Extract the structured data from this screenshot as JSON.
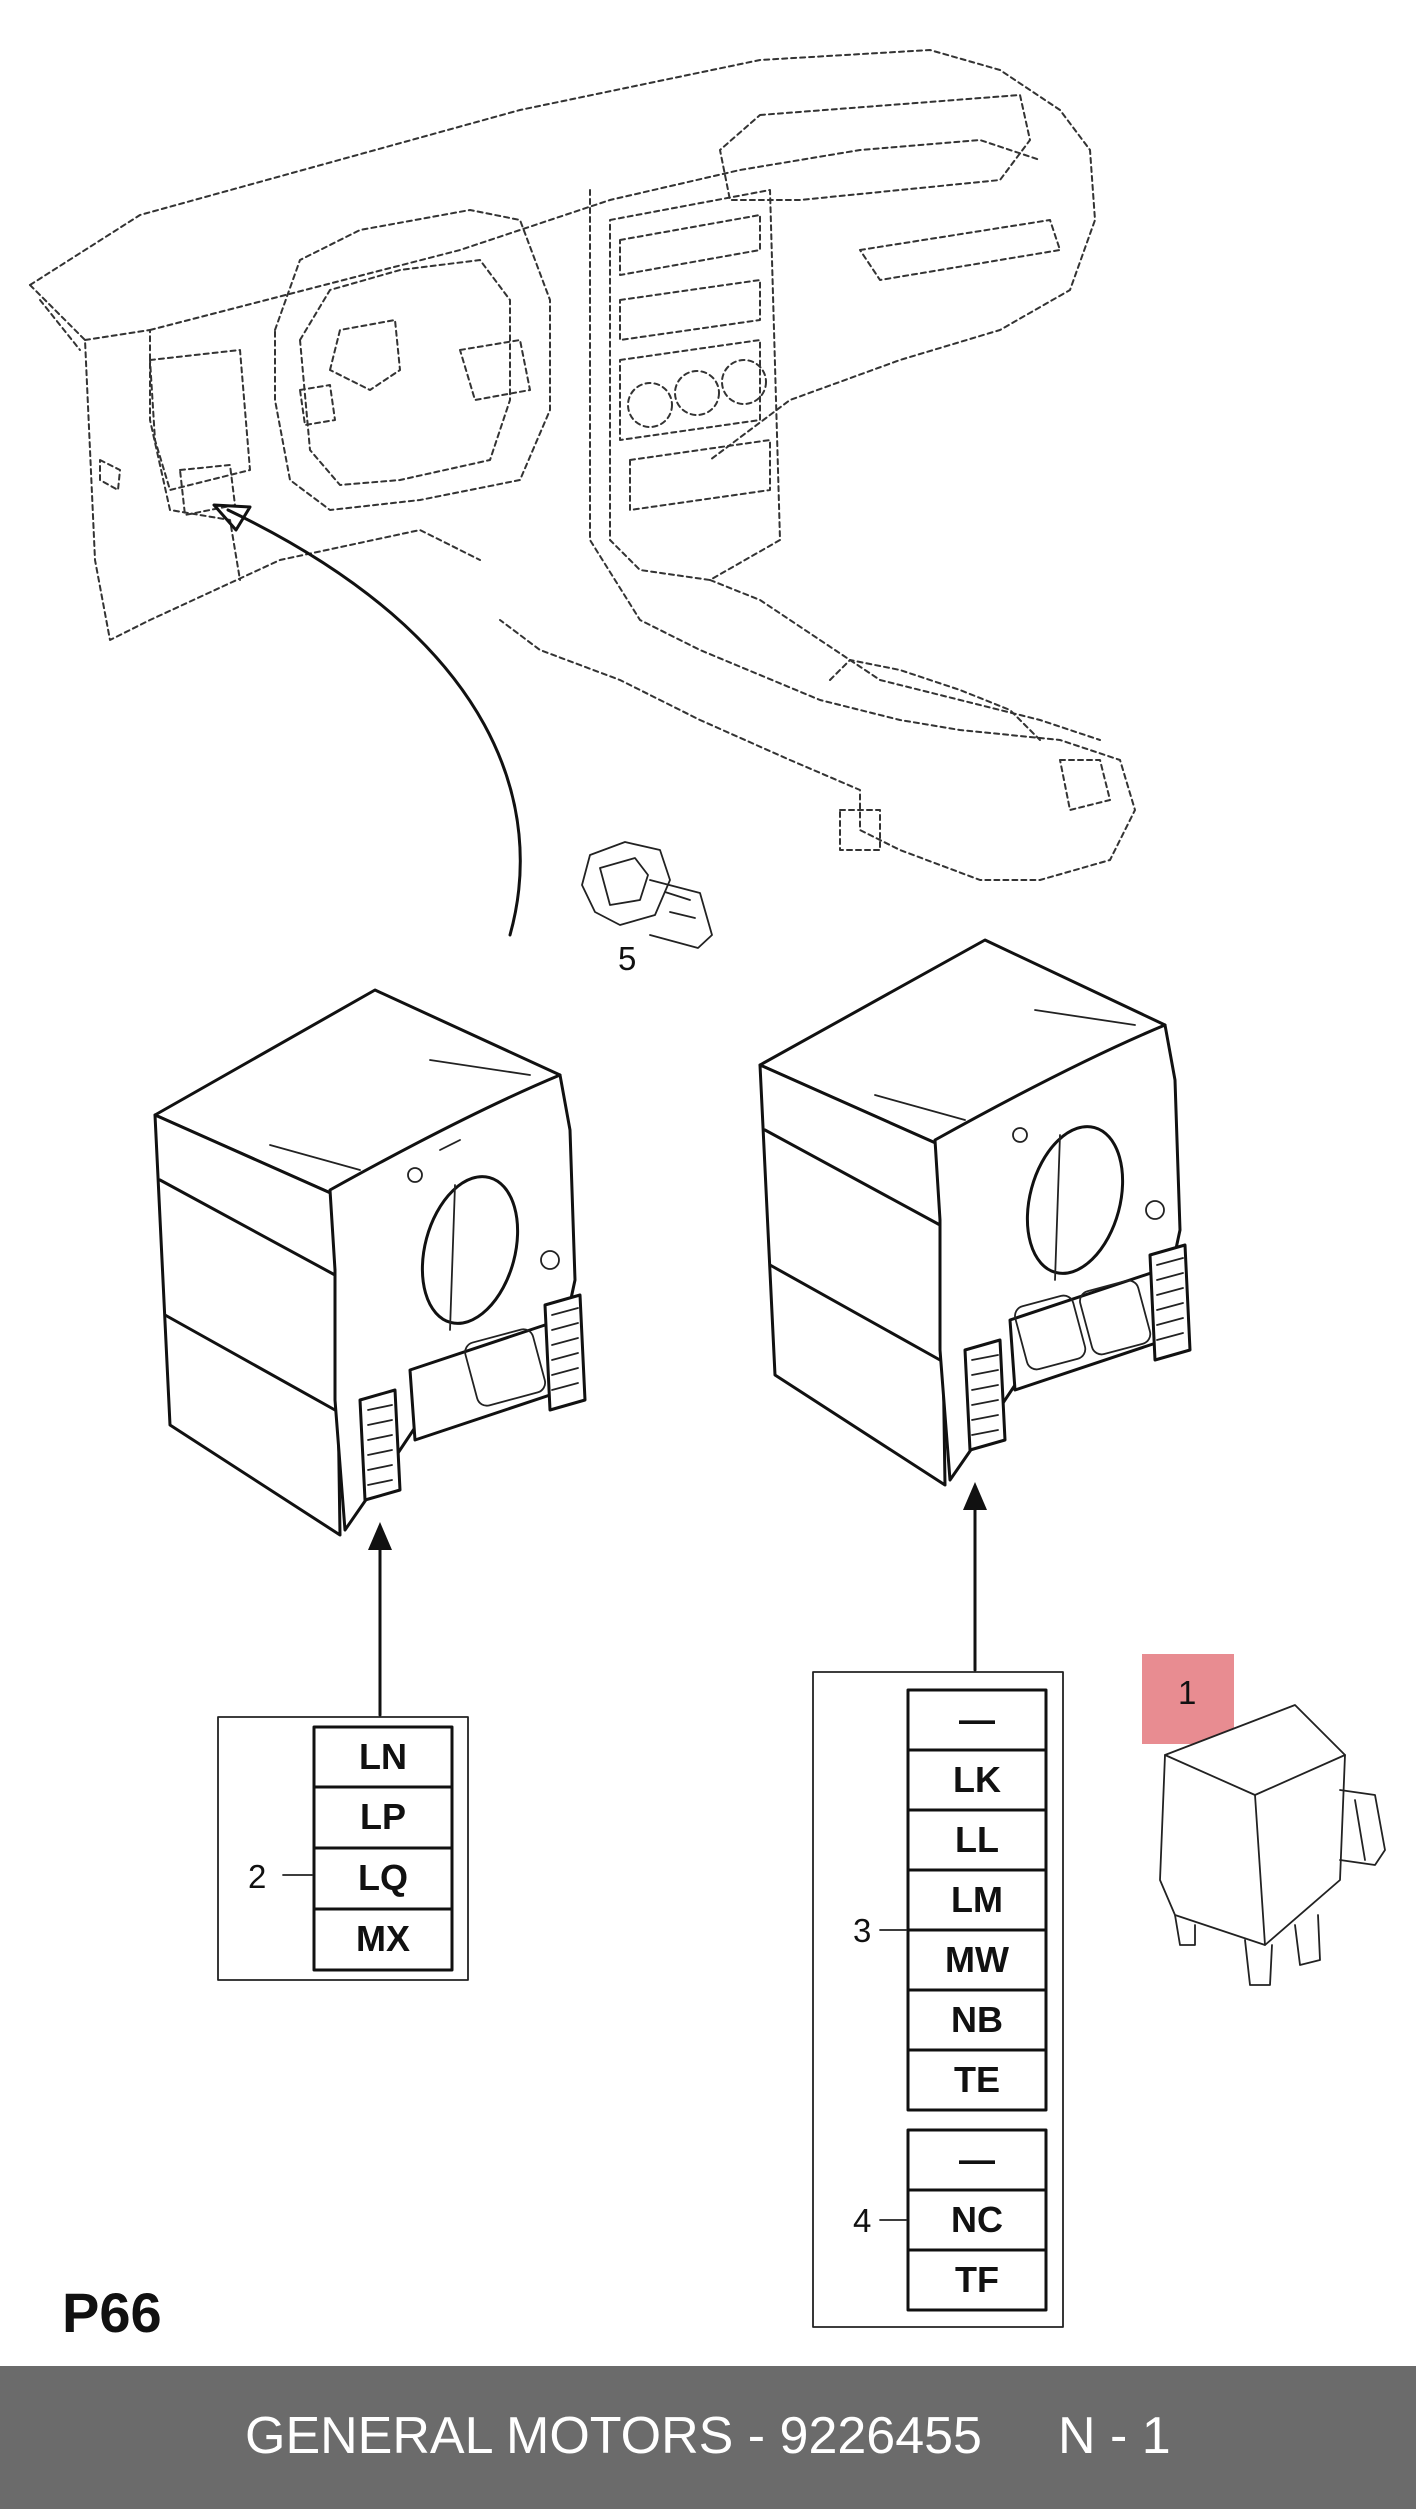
{
  "page_label": "P66",
  "footer": {
    "brand_part": "GENERAL MOTORS - 9226455",
    "quantity": "N - 1"
  },
  "callouts": {
    "item1": "1",
    "item2": "2",
    "item3": "3",
    "item4": "4",
    "item5": "5"
  },
  "code_table_2": [
    "LN",
    "LP",
    "LQ",
    "MX"
  ],
  "code_table_3": [
    "—",
    "LK",
    "LL",
    "LM",
    "MW",
    "NB",
    "TE"
  ],
  "code_table_4": [
    "—",
    "NC",
    "TF"
  ],
  "colors": {
    "footer_bg": "#6b6b6b",
    "highlight": "#e88c91"
  }
}
